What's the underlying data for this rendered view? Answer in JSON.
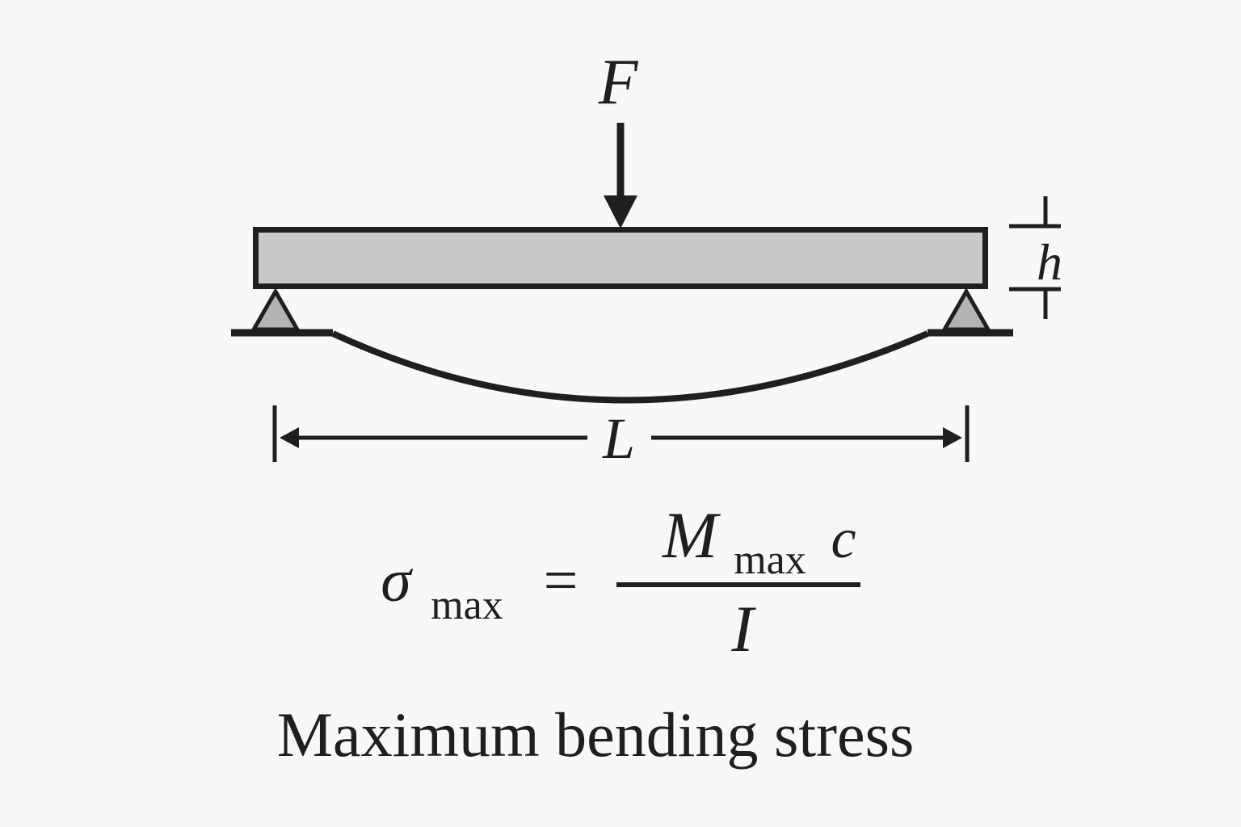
{
  "diagram": {
    "description": "simply-supported-beam-with-center-point-load",
    "labels": {
      "force": "F",
      "beam_height": "h",
      "span_length": "L"
    },
    "colors": {
      "background": "#f8f8f7",
      "stroke": "#1f1f1f",
      "beam_fill": "#c9c9c9",
      "support_fill": "#b3b3b3"
    }
  },
  "formula": {
    "sigma": "σ",
    "sigma_subscript": "max",
    "equals": "=",
    "moment": "M",
    "moment_subscript": "max",
    "distance": "c",
    "inertia": "I"
  },
  "caption": "Maximum bending stress"
}
